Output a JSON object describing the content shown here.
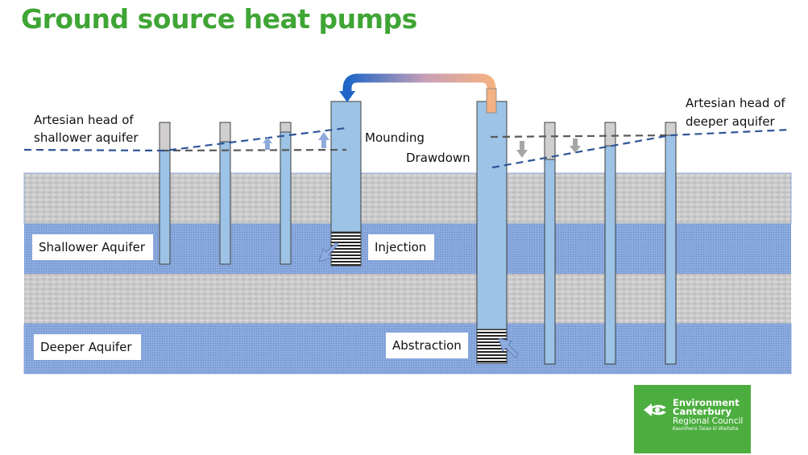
{
  "title": "Ground source heat pumps",
  "labels": {
    "artesian_shallow_line1": "Artesian head of",
    "artesian_shallow_line2": "shallower aquifer",
    "artesian_deep_line1": "Artesian head of",
    "artesian_deep_line2": "deeper aquifer",
    "mounding": "Mounding",
    "drawdown": "Drawdown",
    "shallower_aquifer": "Shallower Aquifer",
    "deeper_aquifer": "Deeper Aquifer",
    "injection": "Injection",
    "abstraction": "Abstraction"
  },
  "logo": {
    "line1": "Environment",
    "line2": "Canterbury",
    "line3": "Regional Council",
    "line4": "Kaunihera Taiao ki Waitaha"
  },
  "colors": {
    "title_green": "#3fa535",
    "logo_green": "#4cae3f",
    "aquifer_blue": "#7f9fd8",
    "aquitard_grey": "#c8c8c8",
    "well_water": "#9dc3e6",
    "head_line_blue": "#2f5597",
    "static_line_grey": "#595959",
    "pipe_cold": "#1f66c8",
    "pipe_warm": "#f4b183"
  }
}
